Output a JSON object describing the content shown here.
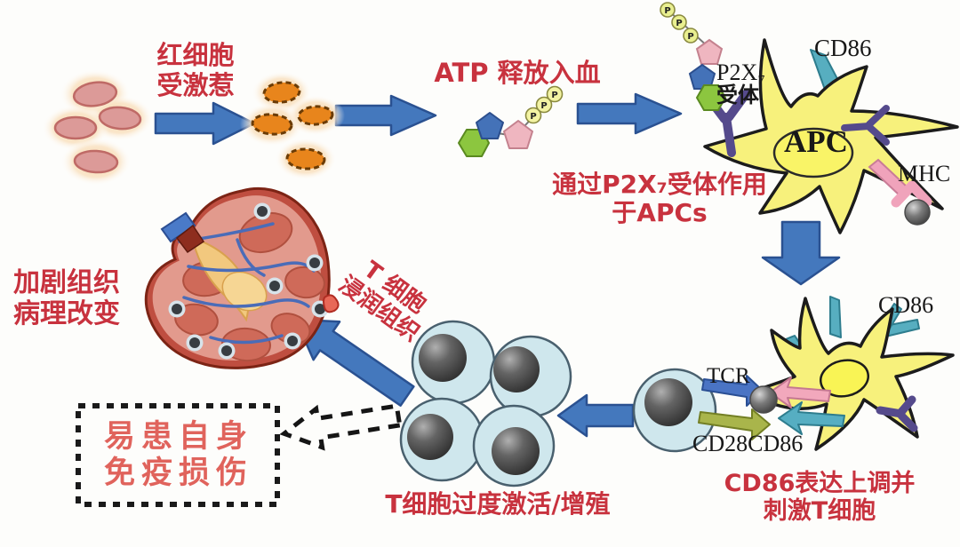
{
  "title": "P2X7-APC-T细胞致肾损伤通路示意图",
  "colors": {
    "background": "#fdfdfb",
    "label_red": "#c8323e",
    "box_text_red": "#e0635c",
    "arrow_blue": "#4478bd",
    "arrow_border_blue": "#2a5191",
    "apc_yellow": "#f7f17c",
    "cd86_teal": "#57aec0",
    "mhc_pink": "#f0a3bb",
    "cd28_olive": "#a9b54b",
    "tcr_blue": "#4a74c4",
    "receptor_purple": "#554a8c",
    "tcell_blue": "#cfe7ed",
    "rbc_pink": "#d89595",
    "rbc_active_orange": "#e8851c",
    "atp_green": "#8cc63f",
    "atp_blue": "#4472b8",
    "atp_pink": "#efb6c0",
    "kidney_red": "#bf4e40"
  },
  "labels": {
    "rbc_stimulated": {
      "line1": "红细胞",
      "line2": "受激惹"
    },
    "atp_release": "ATP 释放入血",
    "p2x7_receptor": {
      "line1": "P2X₇",
      "line2": "受体"
    },
    "cd86_apc1": "CD86",
    "apc": "APC",
    "mhc": "MHC",
    "via_p2x7": {
      "line1": "通过P2X₇受体作用",
      "line2": "于APCs"
    },
    "cd86_apc2": "CD86",
    "tcr": "TCR",
    "cd28": "CD28",
    "cd86_pair": "CD86",
    "cd86_upregulated": {
      "line1": "CD86表达上调并",
      "line2": "刺激T细胞"
    },
    "tcell_overactivation": "T细胞过度激活/增殖",
    "tcell_infiltration": {
      "line1": "T 细胞",
      "line2": "浸润组织"
    },
    "aggravate_pathology": {
      "line1": "加剧组织",
      "line2": "病理改变"
    },
    "autoimmune_risk": {
      "line1": "易患自身",
      "line2": "免疫损伤"
    }
  },
  "molecules": {
    "phosphate": "P"
  }
}
